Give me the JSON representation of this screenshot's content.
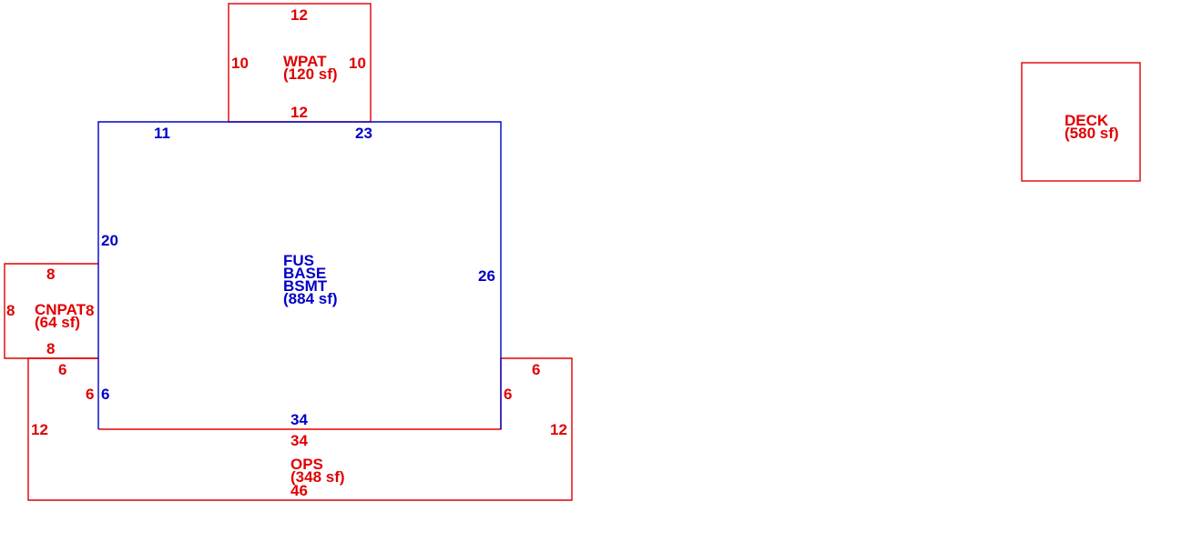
{
  "colors": {
    "exterior": "#e10000",
    "living": "#0000c8"
  },
  "areas": {
    "main": {
      "codes": [
        "FUS",
        "BASE",
        "BSMT"
      ],
      "area": "(884 sf)",
      "dims": {
        "top_left": "11",
        "top_right": "23",
        "left": "20",
        "right": "26",
        "bottom": "34",
        "left_step": "6"
      }
    },
    "wpat": {
      "code": "WPAT",
      "area": "(120 sf)",
      "dims": {
        "top": "12",
        "bottom": "12",
        "left": "10",
        "right": "10"
      }
    },
    "cnpat": {
      "code": "CNPAT",
      "area": "(64 sf)",
      "dims": {
        "top": "8",
        "bottom": "8",
        "left": "8",
        "right": "8"
      }
    },
    "ops": {
      "code": "OPS",
      "area": "(348 sf)",
      "dims": {
        "top": "34",
        "bottom": "46",
        "left": "12",
        "right": "12",
        "left_top": "6",
        "left_inner": "6",
        "right_top": "6",
        "right_inner": "6"
      }
    },
    "deck": {
      "code": "DECK",
      "area": "(580 sf)"
    }
  }
}
